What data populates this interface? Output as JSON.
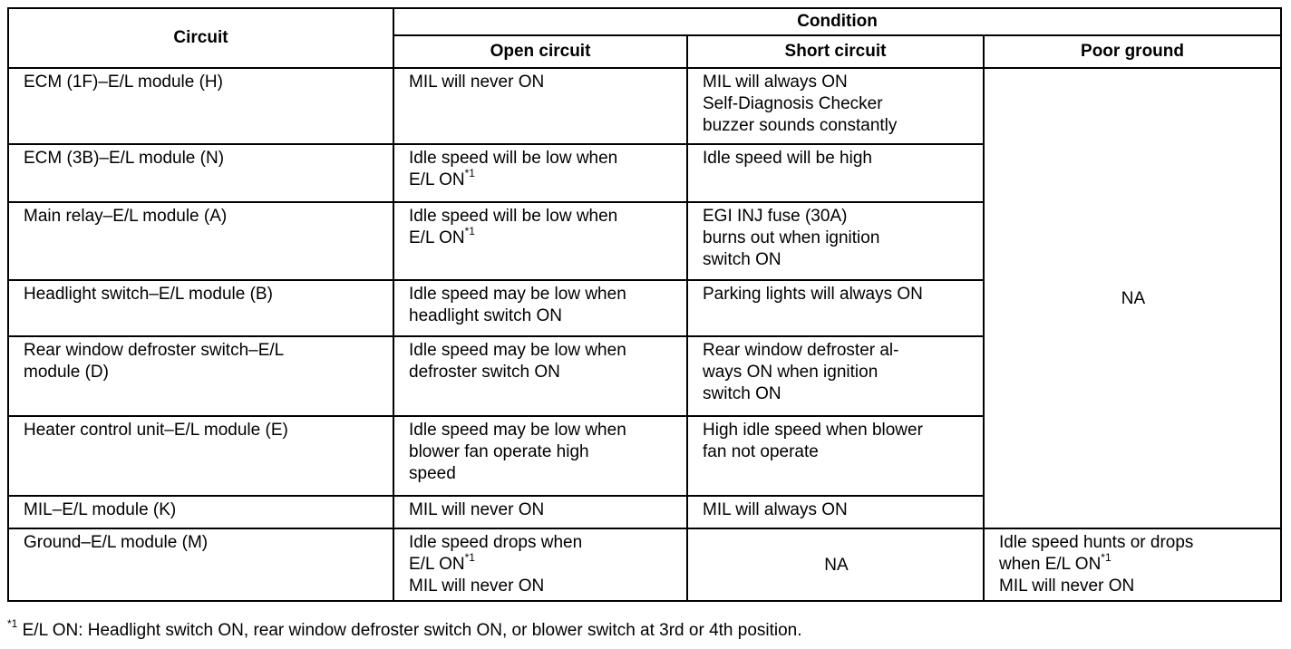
{
  "header": {
    "circuit": "Circuit",
    "condition": "Condition",
    "open": "Open circuit",
    "short": "Short circuit",
    "poor": "Poor ground"
  },
  "rows": [
    {
      "circuit": [
        "ECM (1F)–E/L module (H)"
      ],
      "open": [
        "MIL will never ON"
      ],
      "short": [
        "MIL will always ON",
        "Self-Diagnosis Checker",
        "buzzer sounds constantly"
      ]
    },
    {
      "circuit": [
        "ECM (3B)–E/L module (N)"
      ],
      "open": [
        "Idle speed will be low when",
        "E/L ON"
      ],
      "short": [
        "Idle speed will be high"
      ]
    },
    {
      "circuit": [
        "Main relay–E/L module (A)"
      ],
      "open": [
        "Idle speed will be low when",
        "E/L ON"
      ],
      "short": [
        "EGI INJ fuse (30A)",
        "burns out when ignition",
        "switch ON"
      ]
    },
    {
      "circuit": [
        "Headlight switch–E/L module (B)"
      ],
      "open": [
        "Idle speed may be low when",
        "headlight switch ON"
      ],
      "short": [
        "Parking lights will always ON"
      ]
    },
    {
      "circuit": [
        "Rear window defroster switch–E/L",
        "module (D)"
      ],
      "open": [
        "Idle speed may be low when",
        "defroster switch ON"
      ],
      "short": [
        "Rear window defroster al-",
        "ways ON when ignition",
        "switch ON"
      ]
    },
    {
      "circuit": [
        "Heater control unit–E/L module (E)"
      ],
      "open": [
        "Idle speed may be low when",
        "blower fan operate high",
        "speed"
      ],
      "short": [
        "High idle speed when blower",
        "fan not operate"
      ]
    },
    {
      "circuit": [
        "MIL–E/L module (K)"
      ],
      "open": [
        "MIL will never ON"
      ],
      "short": [
        "MIL will always ON"
      ]
    },
    {
      "circuit": [
        "Ground–E/L module (M)"
      ],
      "open": [
        "Idle speed drops when",
        "E/L ON",
        "MIL will never ON"
      ],
      "short": [
        "NA"
      ],
      "poor": [
        "Idle speed hunts or drops",
        "when E/L ON",
        "MIL will never ON"
      ]
    }
  ],
  "poor_merged": "NA",
  "footnote_mark": "*1",
  "footnote_text": " E/L ON: Headlight switch ON, rear window defroster switch ON, or blower switch at 3rd or 4th position."
}
